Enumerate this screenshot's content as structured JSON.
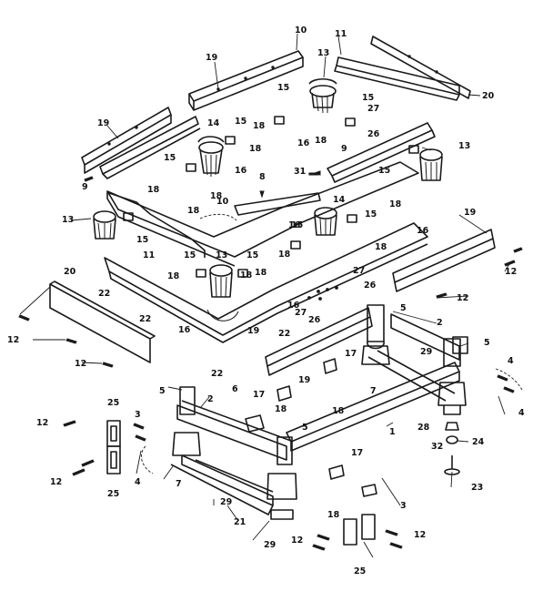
{
  "diagram": {
    "callouts": [
      {
        "id": "c-10-top",
        "label": "10"
      },
      {
        "id": "c-11-top",
        "label": "11"
      },
      {
        "id": "c-19-topleft",
        "label": "19"
      },
      {
        "id": "c-13-top",
        "label": "13"
      },
      {
        "id": "c-20-top",
        "label": "20"
      },
      {
        "id": "c-15-top-l",
        "label": "15"
      },
      {
        "id": "c-15-top-r",
        "label": "15"
      },
      {
        "id": "c-27-top",
        "label": "27"
      },
      {
        "id": "c-26-top",
        "label": "26"
      },
      {
        "id": "c-18-top-a",
        "label": "18"
      },
      {
        "id": "c-18-top-b",
        "label": "18"
      },
      {
        "id": "c-16-top",
        "label": "16"
      },
      {
        "id": "c-19-left",
        "label": "19"
      },
      {
        "id": "c-14-left",
        "label": "14"
      },
      {
        "id": "c-15-left",
        "label": "15"
      },
      {
        "id": "c-18-left",
        "label": "18"
      },
      {
        "id": "c-16-left",
        "label": "16"
      },
      {
        "id": "c-9-right",
        "label": "9"
      },
      {
        "id": "c-13-right",
        "label": "13"
      },
      {
        "id": "c-15-left2",
        "label": "15"
      },
      {
        "id": "c-9-left",
        "label": "9"
      },
      {
        "id": "c-18-l1",
        "label": "18"
      },
      {
        "id": "c-18-l2",
        "label": "18"
      },
      {
        "id": "c-18-l3",
        "label": "18"
      },
      {
        "id": "c-8",
        "label": "8"
      },
      {
        "id": "c-31",
        "label": "31"
      },
      {
        "id": "c-15-r2",
        "label": "15"
      },
      {
        "id": "c-18-r2",
        "label": "18"
      },
      {
        "id": "c-16-r2",
        "label": "16"
      },
      {
        "id": "c-13-left",
        "label": "13"
      },
      {
        "id": "c-15-left3",
        "label": "15"
      },
      {
        "id": "c-11-mid",
        "label": "11"
      },
      {
        "id": "c-10-mid",
        "label": "10"
      },
      {
        "id": "c-14-mid",
        "label": "14"
      },
      {
        "id": "c-15-mid",
        "label": "15"
      },
      {
        "id": "c-18-mid",
        "label": "18"
      },
      {
        "id": "c-16-mid",
        "label": "16"
      },
      {
        "id": "c-15-mid2",
        "label": "15"
      },
      {
        "id": "c-18-mid2",
        "label": "18"
      },
      {
        "id": "c-19-right",
        "label": "19"
      },
      {
        "id": "c-12-right-a",
        "label": "12"
      },
      {
        "id": "c-12-right-b",
        "label": "12"
      },
      {
        "id": "c-20-left",
        "label": "20"
      },
      {
        "id": "c-15-c1",
        "label": "15"
      },
      {
        "id": "c-13-c",
        "label": "13"
      },
      {
        "id": "c-15-c2",
        "label": "15"
      },
      {
        "id": "c-18-c1",
        "label": "18"
      },
      {
        "id": "c-18-c2",
        "label": "18"
      },
      {
        "id": "c-18-c3",
        "label": "18"
      },
      {
        "id": "c-16-c",
        "label": "16"
      },
      {
        "id": "c-19-c",
        "label": "19"
      },
      {
        "id": "c-27-mid",
        "label": "27"
      },
      {
        "id": "c-26-mid",
        "label": "26"
      },
      {
        "id": "c-16-mid3",
        "label": "16"
      },
      {
        "id": "c-27-mid2",
        "label": "27"
      },
      {
        "id": "c-26-mid2",
        "label": "26"
      },
      {
        "id": "c-22-a",
        "label": "22"
      },
      {
        "id": "c-22-b",
        "label": "22"
      },
      {
        "id": "c-22-c",
        "label": "22"
      },
      {
        "id": "c-22-d",
        "label": "22"
      },
      {
        "id": "c-12-left-a",
        "label": "12"
      },
      {
        "id": "c-12-left-b",
        "label": "12"
      },
      {
        "id": "c-5-right",
        "label": "5"
      },
      {
        "id": "c-2-right",
        "label": "2"
      },
      {
        "id": "c-29-right",
        "label": "29"
      },
      {
        "id": "c-5-right2",
        "label": "5"
      },
      {
        "id": "c-17-a",
        "label": "17"
      },
      {
        "id": "c-19-lower",
        "label": "19"
      },
      {
        "id": "c-7-right",
        "label": "7"
      },
      {
        "id": "c-18-lower",
        "label": "18"
      },
      {
        "id": "c-4-right-a",
        "label": "4"
      },
      {
        "id": "c-4-right-b",
        "label": "4"
      },
      {
        "id": "c-5-left",
        "label": "5"
      },
      {
        "id": "c-2-left",
        "label": "2"
      },
      {
        "id": "c-6",
        "label": "6"
      },
      {
        "id": "c-17-b",
        "label": "17"
      },
      {
        "id": "c-18-mid-low",
        "label": "18"
      },
      {
        "id": "c-5-mid",
        "label": "5"
      },
      {
        "id": "c-28",
        "label": "28"
      },
      {
        "id": "c-1",
        "label": "1"
      },
      {
        "id": "c-32",
        "label": "32"
      },
      {
        "id": "c-24",
        "label": "24"
      },
      {
        "id": "c-25-a",
        "label": "25"
      },
      {
        "id": "c-12-ll-a",
        "label": "12"
      },
      {
        "id": "c-3-a",
        "label": "3"
      },
      {
        "id": "c-4-left",
        "label": "4"
      },
      {
        "id": "c-12-ll-b",
        "label": "12"
      },
      {
        "id": "c-25-b",
        "label": "25"
      },
      {
        "id": "c-7-left",
        "label": "7"
      },
      {
        "id": "c-17-c",
        "label": "17"
      },
      {
        "id": "c-23",
        "label": "23"
      },
      {
        "id": "c-29-low",
        "label": "29"
      },
      {
        "id": "c-3-b",
        "label": "3"
      },
      {
        "id": "c-18-low2",
        "label": "18"
      },
      {
        "id": "c-21",
        "label": "21"
      },
      {
        "id": "c-29-bottom",
        "label": "29"
      },
      {
        "id": "c-12-br-a",
        "label": "12"
      },
      {
        "id": "c-12-br-b",
        "label": "12"
      },
      {
        "id": "c-25-c",
        "label": "25"
      }
    ]
  }
}
